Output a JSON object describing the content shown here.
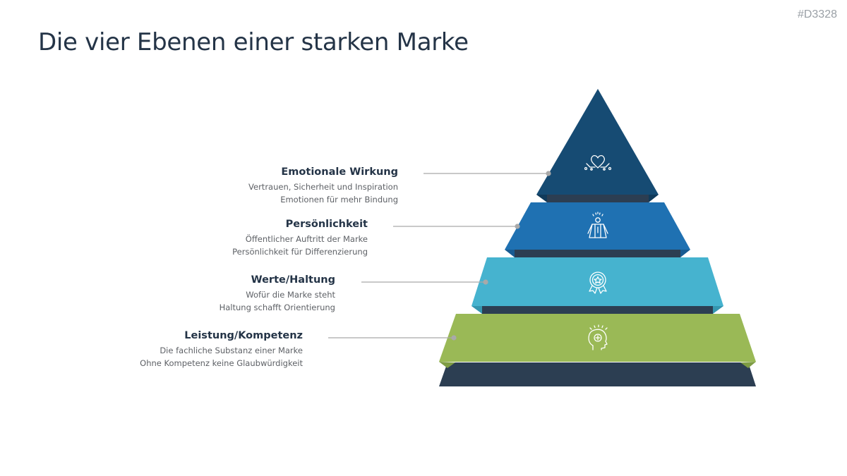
{
  "slide_id": "#D3328",
  "title": "Die vier Ebenen einer starken Marke",
  "colors": {
    "title": "#243447",
    "level_1": "#164b73",
    "level_2": "#1f71b2",
    "level_3": "#46b3cf",
    "level_4": "#9ab956",
    "shadow": "#2c3e52",
    "connector": "#a9a9a9"
  },
  "levels": [
    {
      "heading": "Emotionale Wirkung",
      "lines": [
        "Vertrauen, Sicherheit und Inspiration",
        "Emotionen für mehr Bindung"
      ],
      "icon": "heart-hands-icon"
    },
    {
      "heading": "Persönlichkeit",
      "lines": [
        "Öffentlicher Auftritt der Marke",
        "Persönlichkeit für Differenzierung"
      ],
      "icon": "hero-cape-icon"
    },
    {
      "heading": "Werte/Haltung",
      "lines": [
        "Wofür die Marke steht",
        "Haltung schafft Orientierung"
      ],
      "icon": "award-badge-icon"
    },
    {
      "heading": "Leistung/Kompetenz",
      "lines": [
        "Die fachliche Substanz einer Marke",
        "Ohne Kompetenz keine Glaubwürdigkeit"
      ],
      "icon": "head-idea-icon"
    }
  ]
}
